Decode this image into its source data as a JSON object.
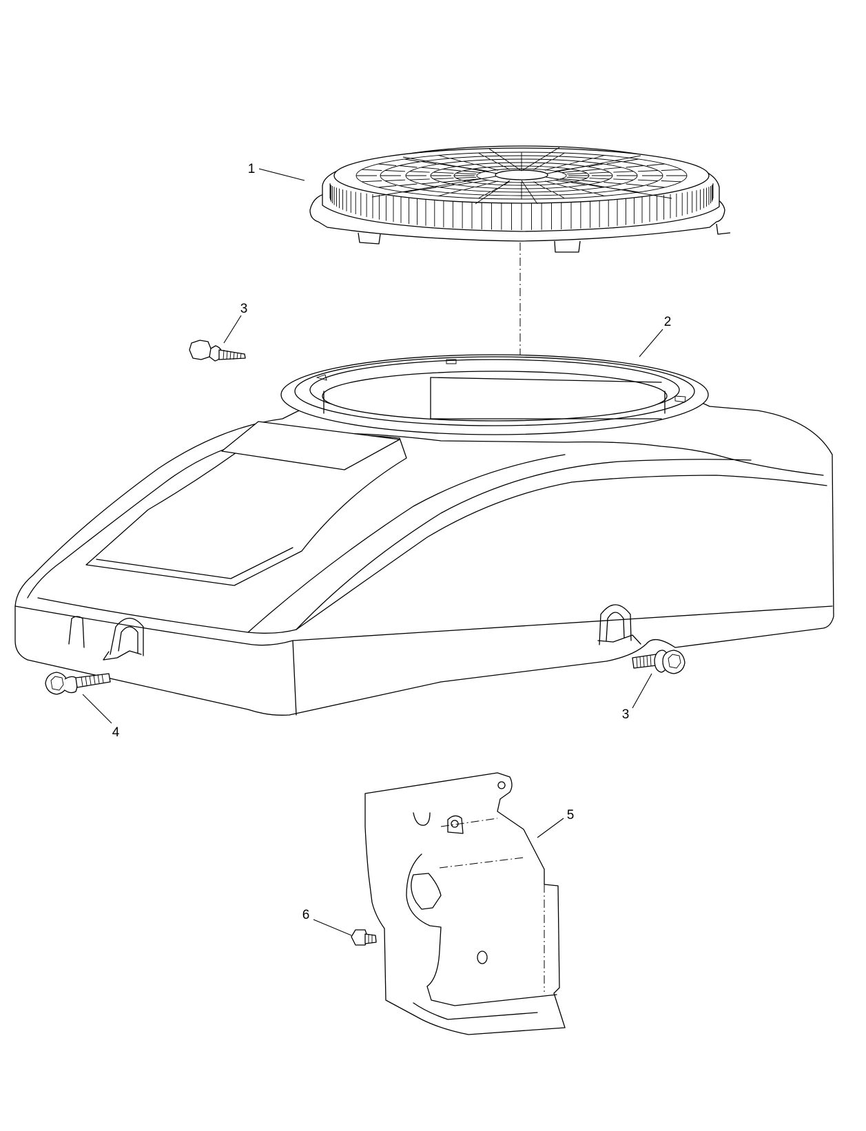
{
  "callouts": [
    {
      "id": "cover-1",
      "label": "1"
    },
    {
      "id": "housing-2",
      "label": "2"
    },
    {
      "id": "screw-3-left",
      "label": "3"
    },
    {
      "id": "screw-3-right",
      "label": "3"
    },
    {
      "id": "screw-4",
      "label": "4"
    },
    {
      "id": "shield-5",
      "label": "5"
    },
    {
      "id": "screw-6",
      "label": "6"
    }
  ]
}
